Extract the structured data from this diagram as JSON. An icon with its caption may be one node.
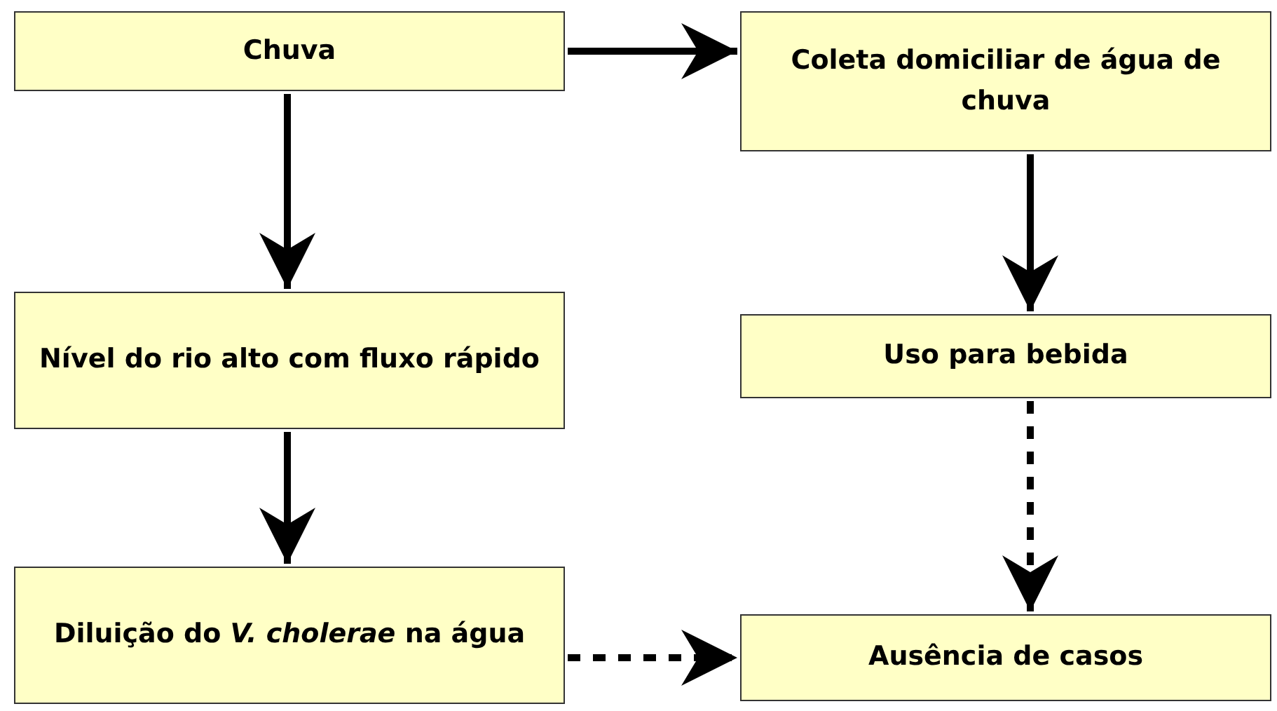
{
  "diagram": {
    "nodes": [
      {
        "text": [
          "Chuva"
        ]
      },
      {
        "text": [
          "Coleta domiciliar de água de chuva"
        ]
      },
      {
        "text": [
          "Nível do rio alto com fluxo rápido"
        ]
      },
      {
        "text": [
          "Uso para bebida"
        ]
      },
      {
        "text": [
          "Diluição do *V. cholerae* na água"
        ]
      },
      {
        "text": [
          "Ausência de casos"
        ]
      }
    ],
    "edges": [
      {
        "from": 0,
        "to": 1,
        "arrow": "to"
      },
      {
        "from": 0,
        "to": 2,
        "arrow": "to"
      },
      {
        "from": 2,
        "to": 4,
        "arrow": "to"
      },
      {
        "from": 1,
        "to": 3,
        "arrow": "to"
      },
      {
        "from": 3,
        "to": 5,
        "arrow": "to",
        "style": "dashed"
      },
      {
        "from": 4,
        "to": 5,
        "arrow": "to",
        "style": "dashed"
      }
    ]
  }
}
